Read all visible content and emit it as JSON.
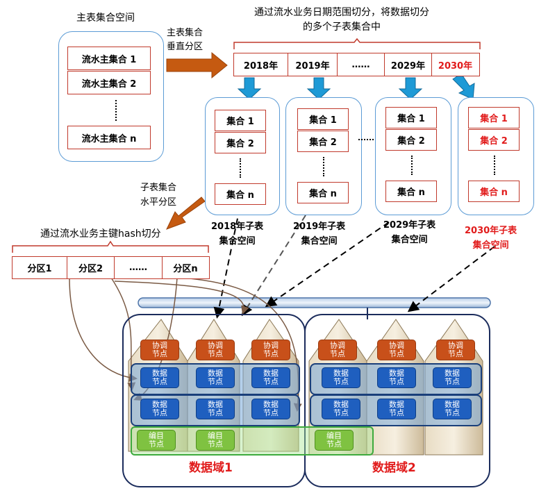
{
  "main_space": {
    "title": "主表集合空间",
    "items": [
      "流水主集合 1",
      "流水主集合 2",
      "流水主集合 n"
    ]
  },
  "vertical_partition_label": [
    "主表集合",
    "垂直分区"
  ],
  "date_split_caption": [
    "通过流水业务日期范围切分，将数据切分",
    "的多个子表集合中"
  ],
  "years": [
    "2018年",
    "2019年",
    "……",
    "2029年",
    "2030年"
  ],
  "sub_spaces": [
    {
      "items": [
        "集合 1",
        "集合 2",
        "集合 n"
      ],
      "label": [
        "2018年子表",
        "集合空间"
      ]
    },
    {
      "items": [
        "集合 1",
        "集合 2",
        "集合 n"
      ],
      "label": [
        "2019年子表",
        "集合空间"
      ]
    },
    {
      "items": [
        "集合 1",
        "集合 2",
        "集合 n"
      ],
      "label": [
        "2029年子表",
        "集合空间"
      ]
    },
    {
      "items": [
        "集合 1",
        "集合 2",
        "集合 n"
      ],
      "label": [
        "2030年子表",
        "集合空间"
      ]
    }
  ],
  "horizontal_partition_label": [
    "子表集合",
    "水平分区"
  ],
  "hash_caption": "通过流水业务主键hash切分",
  "partitions": [
    "分区1",
    "分区2",
    "……",
    "分区n"
  ],
  "nodes": {
    "coord": [
      "协调",
      "节点"
    ],
    "data": [
      "数据",
      "节点"
    ],
    "catalog": [
      "编目",
      "节点"
    ]
  },
  "domains": [
    "数据域1",
    "数据域2"
  ],
  "colors": {
    "red_box": "#c0392b",
    "highlight_text": "#e11b1b",
    "group_border": "#5b9bd5",
    "arrow_orange": "#c55a11",
    "arrow_blue": "#1e9ad6",
    "coord_node": "#c8501a",
    "data_node": "#1f5fbf",
    "catalog_node": "#7fc241",
    "domain_border": "#1b2c5c"
  }
}
